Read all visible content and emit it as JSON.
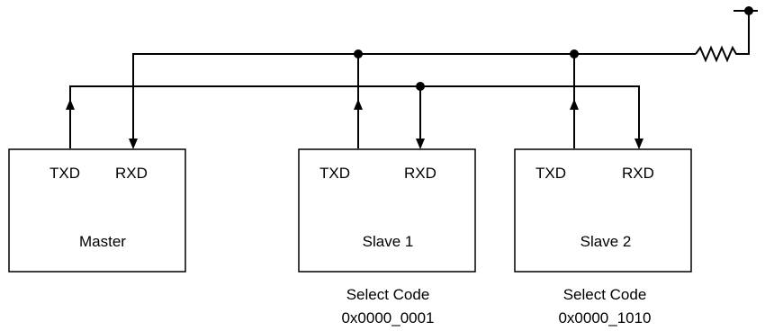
{
  "nodes": {
    "master": {
      "label": "Master",
      "tx": "TXD",
      "rx": "RXD"
    },
    "slave1": {
      "label": "Slave 1",
      "tx": "TXD",
      "rx": "RXD",
      "select_caption": "Select Code",
      "select_value": "0x0000_0001"
    },
    "slave2": {
      "label": "Slave 2",
      "tx": "TXD",
      "rx": "RXD",
      "select_caption": "Select Code",
      "select_value": "0x0000_1010"
    }
  }
}
